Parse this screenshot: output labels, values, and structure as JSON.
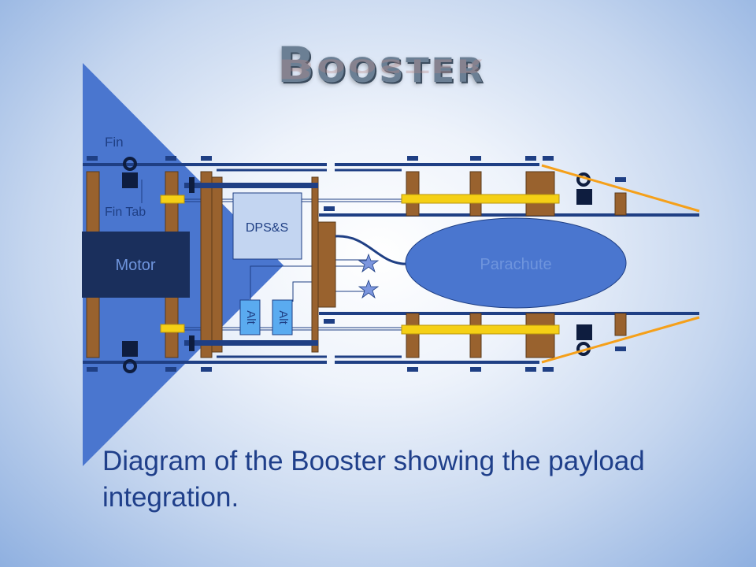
{
  "slide": {
    "title": "Booster",
    "caption": "Diagram of the Booster showing the payload integration."
  },
  "diagram": {
    "labels": {
      "fin": "Fin",
      "fin_tab": "Fin Tab",
      "motor": "Motor",
      "dps": "DPS&S",
      "parachute": "Parachute",
      "alt1": "Alt",
      "alt2": "Alt"
    }
  },
  "colors": {
    "fin": "#4a76cf",
    "motor": "#1a2f5c",
    "wood": "#99622e",
    "rail": "#1f3f84",
    "rod": "#f5d015",
    "parachute": "#4a76cf",
    "shroud": "#f5a01a",
    "star": "#7c96de",
    "altimeter": "#5aabf0",
    "dps_box": "#c3d5f1"
  }
}
